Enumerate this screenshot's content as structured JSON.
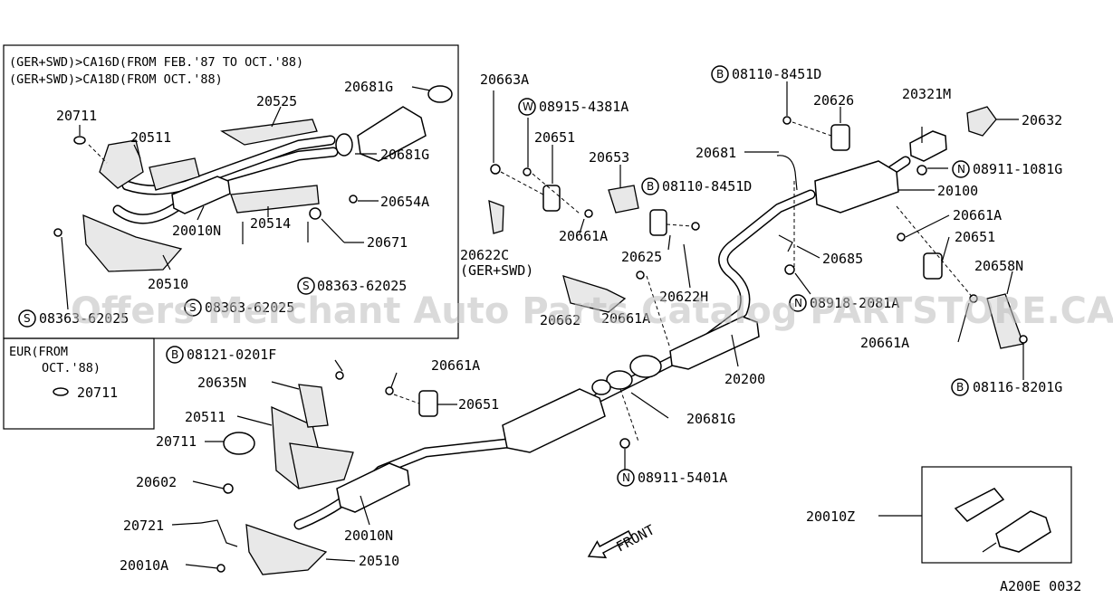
{
  "inset_notes": {
    "line1": "(GER+SWD)>CA16D(FROM FEB.'87 TO OCT.'88)",
    "line2": "(GER+SWD)>CA18D(FROM OCT.'88)",
    "eur_line1": "EUR(FROM",
    "eur_line2": "OCT.'88)"
  },
  "callouts": {
    "c20681G_a": "20681G",
    "c20525": "20525",
    "c20711_a": "20711",
    "c20511_a": "20511",
    "c20681G_b": "20681G",
    "c20654A": "20654A",
    "c20010N_a": "20010N",
    "c20514": "20514",
    "c20671": "20671",
    "c20510_a": "20510",
    "c08363_a": "08363-62025",
    "c08363_b": "08363-62025",
    "c08363_c": "08363-62025",
    "c20711_eur": "20711",
    "c20663A": "20663A",
    "c08915": "08915-4381A",
    "c20651_a": "20651",
    "c20653": "20653",
    "c08110_a": "08110-8451D",
    "c08110_b": "08110-8451D",
    "c20622C": "20622C",
    "c20622C_note": "(GER+SWD)",
    "c20661A_a": "20661A",
    "c20625": "20625",
    "c20622H": "20622H",
    "c20662": "20662",
    "c20661A_b": "20661A",
    "c20626": "20626",
    "c20321M": "20321M",
    "c20632": "20632",
    "c20681": "20681",
    "c08911_1081G": "08911-1081G",
    "c20100": "20100",
    "c20661A_c": "20661A",
    "c20651_b": "20651",
    "c20685": "20685",
    "c20658N": "20658N",
    "c08918": "08918-2081A",
    "c20661A_d": "20661A",
    "c08116": "08116-8201G",
    "c08121": "08121-0201F",
    "c20635N": "20635N",
    "c20661A_e": "20661A",
    "c20651_c": "20651",
    "c20511_b": "20511",
    "c20711_b": "20711",
    "c20602": "20602",
    "c20721": "20721",
    "c20010A": "20010A",
    "c20010N_b": "20010N",
    "c20510_b": "20510",
    "c20200": "20200",
    "c20681G_c": "20681G",
    "c08911_5401A": "08911-5401A",
    "c20010Z": "20010Z",
    "front": "FRONT",
    "code": "A200E 0032"
  },
  "prefix_marks": {
    "b": "B",
    "w": "W",
    "n": "N",
    "s": "S"
  },
  "watermark": "Offers Merchant Auto Parts Catalog PARTSTORE.CA"
}
